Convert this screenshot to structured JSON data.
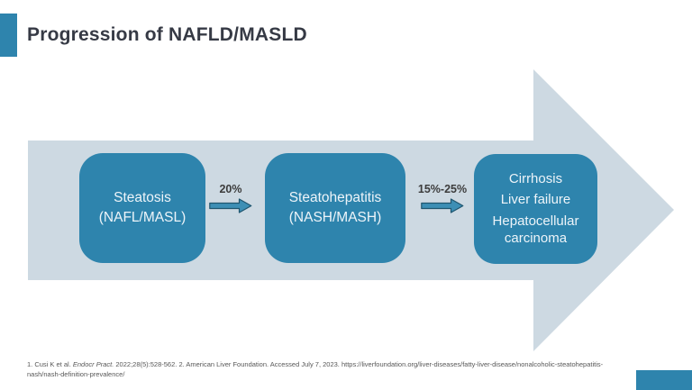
{
  "slide": {
    "title": "Progression of NAFLD/MASLD"
  },
  "colors": {
    "accent_teal": "#2e84ad",
    "arrow_light": "#cdd9e2",
    "box_fill": "#2e84ad",
    "box_text": "#edf4f9",
    "title_text": "#363a45",
    "connector_fill": "#3d8fb5",
    "connector_stroke": "#20566f",
    "footnote_text": "#575757",
    "pct_label_text": "#3c3c3c"
  },
  "diagram": {
    "stages": [
      {
        "name": "steatosis",
        "lines": [
          "Steatosis",
          "(NAFL/MASL)"
        ]
      },
      {
        "name": "steatohepatitis",
        "lines": [
          "Steatohepatitis",
          "(NASH/MASH)"
        ]
      },
      {
        "name": "advanced-disease",
        "lines": [
          "Cirrhosis",
          "Liver failure",
          "Hepatocellular carcinoma"
        ]
      }
    ],
    "transitions": [
      {
        "label": "20%"
      },
      {
        "label": "15%-25%"
      }
    ]
  },
  "footnote": {
    "ref1_prefix": "1. Cusi K et al. ",
    "ref1_journal": "Endocr Pract.",
    "ref1_suffix": " 2022;28(5):528-562.",
    "ref2": " 2. American Liver Foundation. Accessed July 7, 2023. https://liverfoundation.org/liver-diseases/fatty-liver-disease/nonalcoholic-steatohepatitis-nash/nash-definition-prevalence/"
  }
}
